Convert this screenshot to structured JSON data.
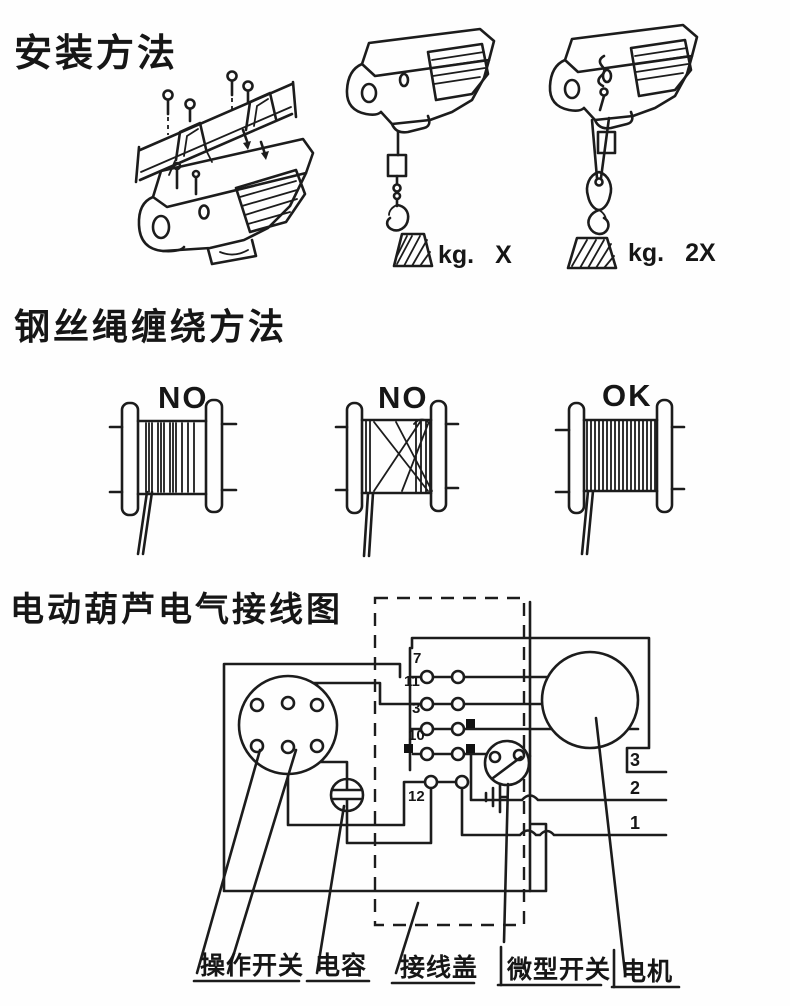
{
  "colors": {
    "background": "#fefefe",
    "ink": "#1a1a1a"
  },
  "installation": {
    "title": "安装方法",
    "caption_single": "kg. X",
    "caption_double": "kg. 2X"
  },
  "winding": {
    "title": "钢丝绳缠绕方法",
    "labels": [
      "NO",
      "NO",
      "OK"
    ]
  },
  "wiring": {
    "title": "电动葫芦电气接线图",
    "terminals": {
      "n7": "7",
      "n11": "11",
      "n3": "3",
      "n10": "10",
      "n12": "12"
    },
    "wires": {
      "w3": "3",
      "w2": "2",
      "w1": "1"
    },
    "parts": {
      "operation_switch": "操作开关",
      "capacitor": "电容",
      "terminal_cover": "接线盖",
      "micro_switch": "微型开关",
      "motor": "电机"
    }
  }
}
